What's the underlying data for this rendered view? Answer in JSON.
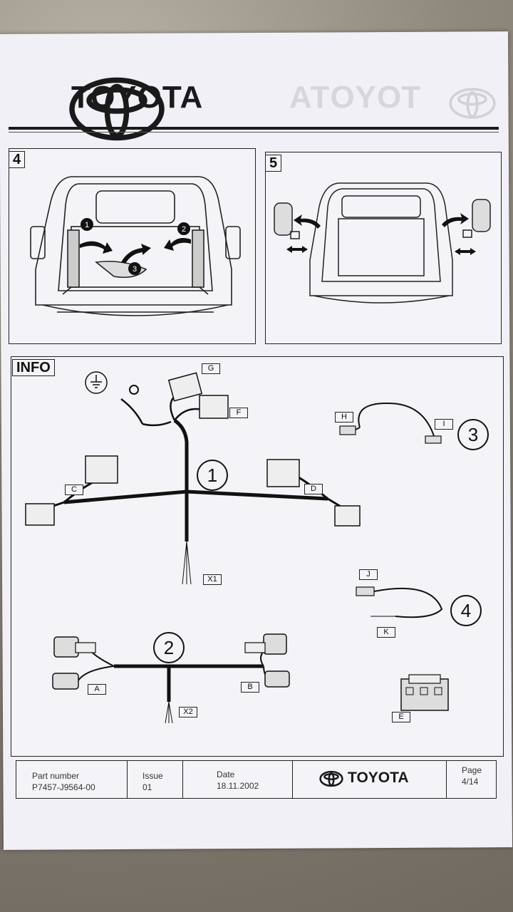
{
  "header": {
    "brand": "TOYOTA"
  },
  "steps": {
    "step4": "4",
    "step5": "5",
    "info": "INFO"
  },
  "step4_markers": [
    "1",
    "2",
    "3"
  ],
  "info_labels": {
    "G": "G",
    "F": "F",
    "C": "C",
    "D": "D",
    "X1": "X1",
    "H": "H",
    "I": "I",
    "J": "J",
    "K": "K",
    "E": "E",
    "A": "A",
    "B": "B",
    "X2": "X2"
  },
  "kit_numbers": {
    "n1": "1",
    "n2": "2",
    "n3": "3",
    "n4": "4"
  },
  "footer": {
    "part_number_label": "Part number",
    "part_number_value": "P7457-J9564-00",
    "issue_label": "Issue",
    "issue_value": "01",
    "date_label": "Date",
    "date_value": "18.11.2002",
    "brand": "TOYOTA",
    "page_label": "Page",
    "page_value": "4/14"
  },
  "colors": {
    "ink": "#1a1a1a",
    "paper": "#f1f0f6"
  }
}
